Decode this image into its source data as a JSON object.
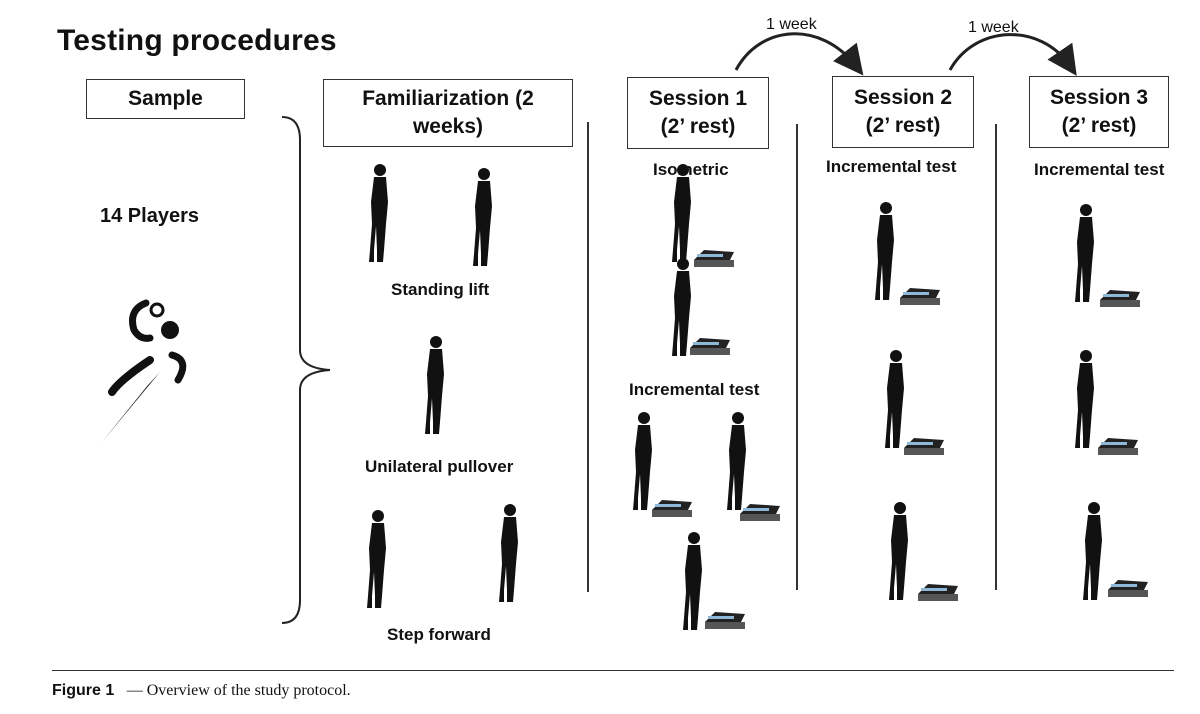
{
  "title": "Testing procedures",
  "columns": {
    "sample": {
      "header": "Sample",
      "players": "14 Players"
    },
    "familiarization": {
      "header": "Familiarization (2 weeks)",
      "exercises": [
        "Standing lift",
        "Unilateral pullover",
        "Step forward"
      ]
    },
    "session1": {
      "header": "Session 1 (2’ rest)",
      "labels": [
        "Isometric",
        "Incremental test"
      ]
    },
    "session2": {
      "header": "Session 2 (2’ rest)",
      "labels": [
        "Incremental test"
      ]
    },
    "session3": {
      "header": "Session 3 (2’ rest)",
      "labels": [
        "Incremental test"
      ]
    }
  },
  "arrows": [
    "1 week",
    "1 week"
  ],
  "caption": {
    "figure": "Figure 1",
    "text": "—  Overview of the study protocol."
  },
  "icons": [
    "handball-player-icon",
    "athlete-silhouette-icon",
    "encoder-device-icon"
  ]
}
